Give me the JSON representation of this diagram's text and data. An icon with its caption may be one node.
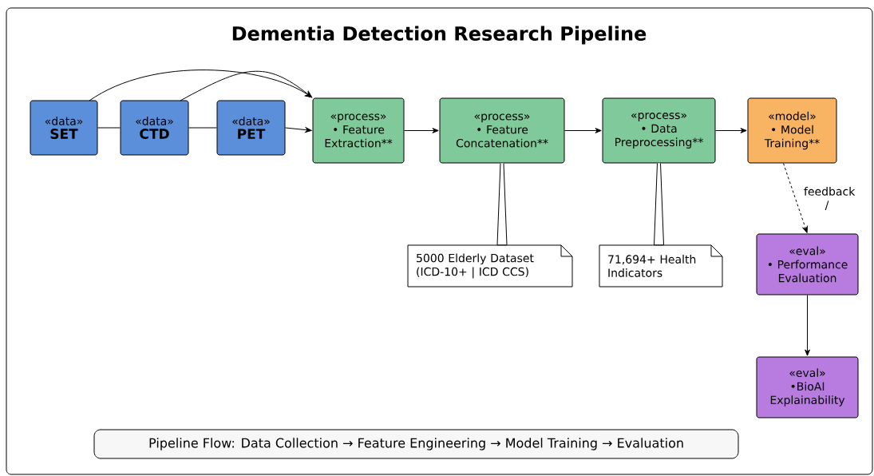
{
  "diagram": {
    "title": "Dementia Detection Research Pipeline",
    "nodes": [
      {
        "text": [
          "«data»",
          "SET"
        ]
      },
      {
        "text": [
          "«data»",
          "CTD"
        ]
      },
      {
        "text": [
          "«data»",
          "PET"
        ]
      },
      {
        "text": [
          "«process»",
          "• Feature Extraction**"
        ]
      },
      {
        "text": [
          "«process»",
          "• Feature Concatenation**"
        ]
      },
      {
        "text": [
          "«process»",
          "• Data Preprocessing**"
        ]
      },
      {
        "text": [
          "«model»",
          "• Model Training**"
        ]
      },
      {
        "text": [
          "«eval»",
          "• Performance Evaluation"
        ]
      },
      {
        "text": [
          "«eval»",
          "•BioAI Explainability"
        ]
      },
      {
        "text": [
          "5000 Elderly Dataset (ICD-10+ | ICD CCS)"
        ]
      },
      {
        "text": [
          "71,694+ Health Indicators"
        ]
      },
      {
        "text": [
          "Pipeline Flow: Data Collection → Feature Engineering → Model Training → Evaluation"
        ]
      }
    ],
    "edges": [
      {
        "from": 0,
        "to": 1,
        "arrow": "none"
      },
      {
        "from": 1,
        "to": 2,
        "arrow": "none"
      },
      {
        "from": 2,
        "to": 3,
        "arrow": "to"
      },
      {
        "from": 0,
        "to": 3,
        "arrow": "to"
      },
      {
        "from": 1,
        "to": 3,
        "arrow": "to"
      },
      {
        "from": 3,
        "to": 4,
        "arrow": "to"
      },
      {
        "from": 4,
        "to": 5,
        "arrow": "to"
      },
      {
        "from": 5,
        "to": 6,
        "arrow": "to"
      },
      {
        "from": 6,
        "to": 7,
        "arrow": "to",
        "label": "feedback /",
        "style": "dashed"
      },
      {
        "from": 7,
        "to": 8,
        "arrow": "to"
      },
      {
        "from": 4,
        "to": 9,
        "arrow": "none"
      },
      {
        "from": 5,
        "to": 10,
        "arrow": "none"
      }
    ]
  }
}
